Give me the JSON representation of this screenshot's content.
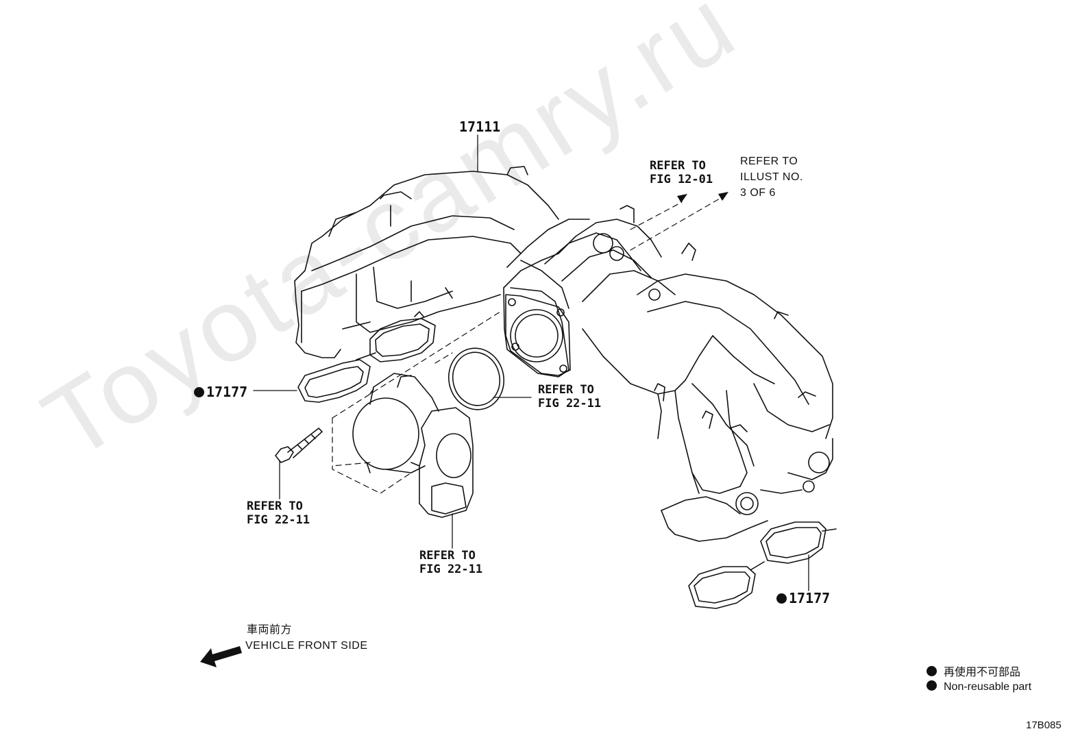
{
  "watermark": "Toyota-camry.ru",
  "parts": {
    "manifold": "17111",
    "gasket_left": "17177",
    "gasket_right": "17177"
  },
  "refs": {
    "fig_12_01": "REFER TO\nFIG 12-01",
    "illust": "REFER TO\nILLUST NO.\n3 OF 6",
    "fig_22_11_ring": "REFER TO\nFIG 22-11",
    "fig_22_11_bolt": "REFER TO\nFIG 22-11",
    "fig_22_11_throttle": "REFER TO\nFIG 22-11"
  },
  "front": {
    "jp": "車両前方",
    "en": "VEHICLE FRONT SIDE"
  },
  "legend": {
    "jp": "再使用不可部品",
    "en": "Non-reusable part"
  },
  "figure_number": "17B085"
}
